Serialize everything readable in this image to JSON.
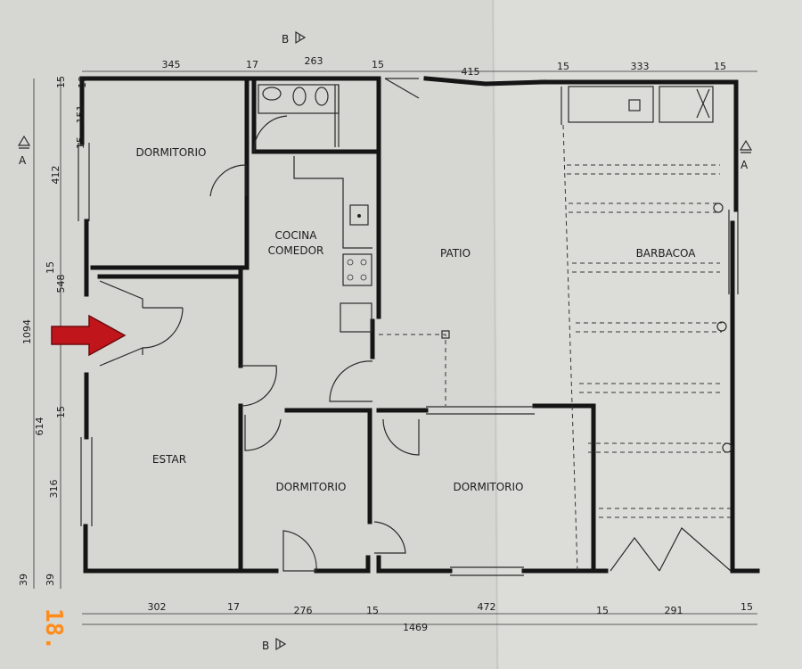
{
  "rooms": {
    "dormitorio_nw": "DORMITORIO",
    "cocina_l1": "COCINA",
    "cocina_l2": "COMEDOR",
    "patio": "PATIO",
    "barbacoa": "BARBACOA",
    "estar": "ESTAR",
    "dormitorio_s1": "DORMITORIO",
    "dormitorio_s2": "DORMITORIO"
  },
  "section_marks": {
    "b_top": "B",
    "b_bottom": "B",
    "a_left": "A",
    "a_right": "A"
  },
  "dims_top": [
    "345",
    "17",
    "263",
    "15",
    "415",
    "15",
    "333",
    "15"
  ],
  "dims_bottom": [
    "302",
    "17",
    "276",
    "15",
    "472",
    "15",
    "291",
    "15"
  ],
  "dim_total_bottom": "1469",
  "dims_left_inner": [
    "19",
    "151",
    "15",
    "412",
    "15",
    "548",
    "15",
    "614",
    "316",
    "39"
  ],
  "dims_left_outer": [
    "15",
    "1094",
    "39"
  ],
  "stamp": "18.",
  "colors": {
    "arrow": "#c0161b",
    "stamp": "#ff8c1a",
    "wall": "#151515"
  }
}
